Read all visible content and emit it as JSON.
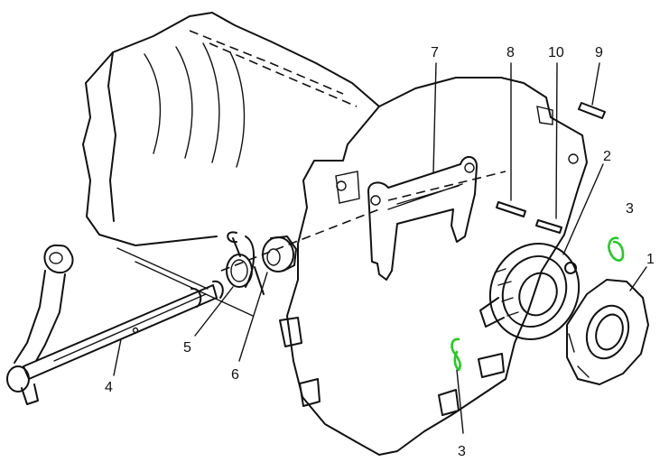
{
  "callouts": [
    {
      "id": "c7",
      "text": "7"
    },
    {
      "id": "c8",
      "text": "8"
    },
    {
      "id": "c10",
      "text": "10"
    },
    {
      "id": "c9",
      "text": "9"
    },
    {
      "id": "c2",
      "text": "2"
    },
    {
      "id": "c3a",
      "text": "3"
    },
    {
      "id": "c1",
      "text": "1"
    },
    {
      "id": "c5",
      "text": "5"
    },
    {
      "id": "c6",
      "text": "6"
    },
    {
      "id": "c4",
      "text": "4"
    },
    {
      "id": "c3b",
      "text": "3"
    }
  ],
  "colors": {
    "ink": "#111111",
    "highlight": "#22cc22",
    "background": "#ffffff"
  }
}
